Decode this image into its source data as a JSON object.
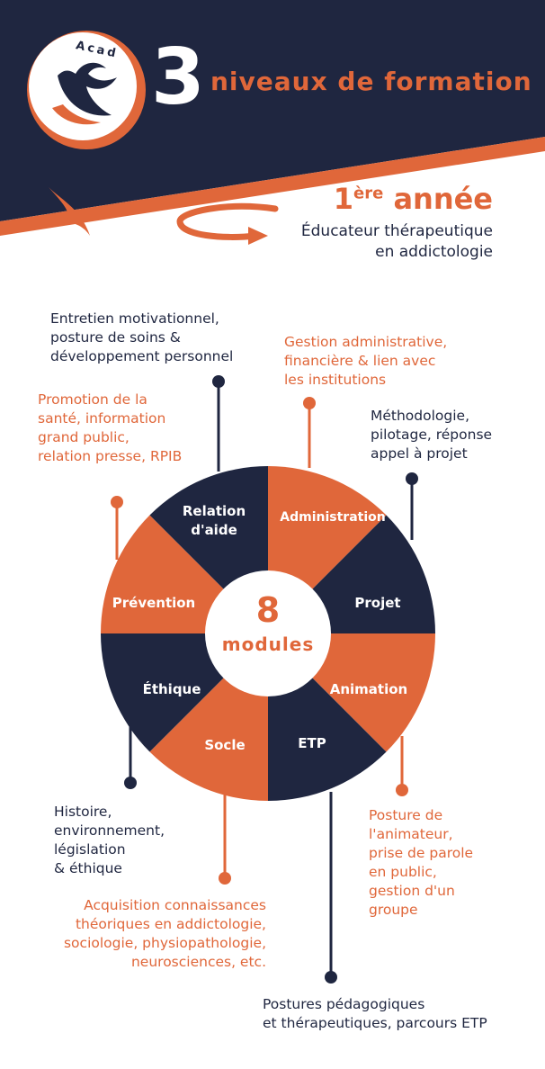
{
  "header": {
    "logo_text": "Acad",
    "number": "3",
    "title": "niveaux de formation"
  },
  "year": {
    "number": "1",
    "suffix": "ère",
    "word": "année",
    "subtitle_line1": "Éducateur thérapeutique",
    "subtitle_line2": "en addictologie"
  },
  "wheel": {
    "center_number": "8",
    "center_label": "modules",
    "segments": [
      {
        "label": "Administration",
        "color": "#e0673a"
      },
      {
        "label": "Projet",
        "color": "#1f2640"
      },
      {
        "label": "Animation",
        "color": "#e0673a"
      },
      {
        "label": "ETP",
        "color": "#1f2640"
      },
      {
        "label": "Socle",
        "color": "#e0673a"
      },
      {
        "label": "Éthique",
        "color": "#1f2640"
      },
      {
        "label": "Prévention",
        "color": "#e0673a"
      },
      {
        "label": "Relation d'aide",
        "color": "#1f2640"
      }
    ]
  },
  "descriptions": {
    "relation": [
      "Entretien motivationnel,",
      "posture de soins &",
      "développement personnel"
    ],
    "administration": [
      "Gestion administrative,",
      "financière & lien avec",
      "les institutions"
    ],
    "prevention": [
      "Promotion de la",
      "santé, information",
      "grand public,",
      "relation presse, RPIB"
    ],
    "projet": [
      "Méthodologie,",
      "pilotage, réponse",
      "appel à projet"
    ],
    "ethique": [
      "Histoire,",
      "environnement,",
      "législation",
      "& éthique"
    ],
    "animation": [
      "Posture de",
      "l'animateur,",
      "prise de parole",
      "en public,",
      "gestion d'un",
      "groupe"
    ],
    "socle": [
      "Acquisition connaissances",
      "théoriques en addictologie,",
      "sociologie, physiopathologie,",
      "neurosciences, etc."
    ],
    "etp": [
      "Postures pédagogiques",
      "et thérapeutiques, parcours ETP"
    ]
  },
  "colors": {
    "navy": "#1f2640",
    "orange": "#e0673a",
    "white": "#ffffff"
  }
}
